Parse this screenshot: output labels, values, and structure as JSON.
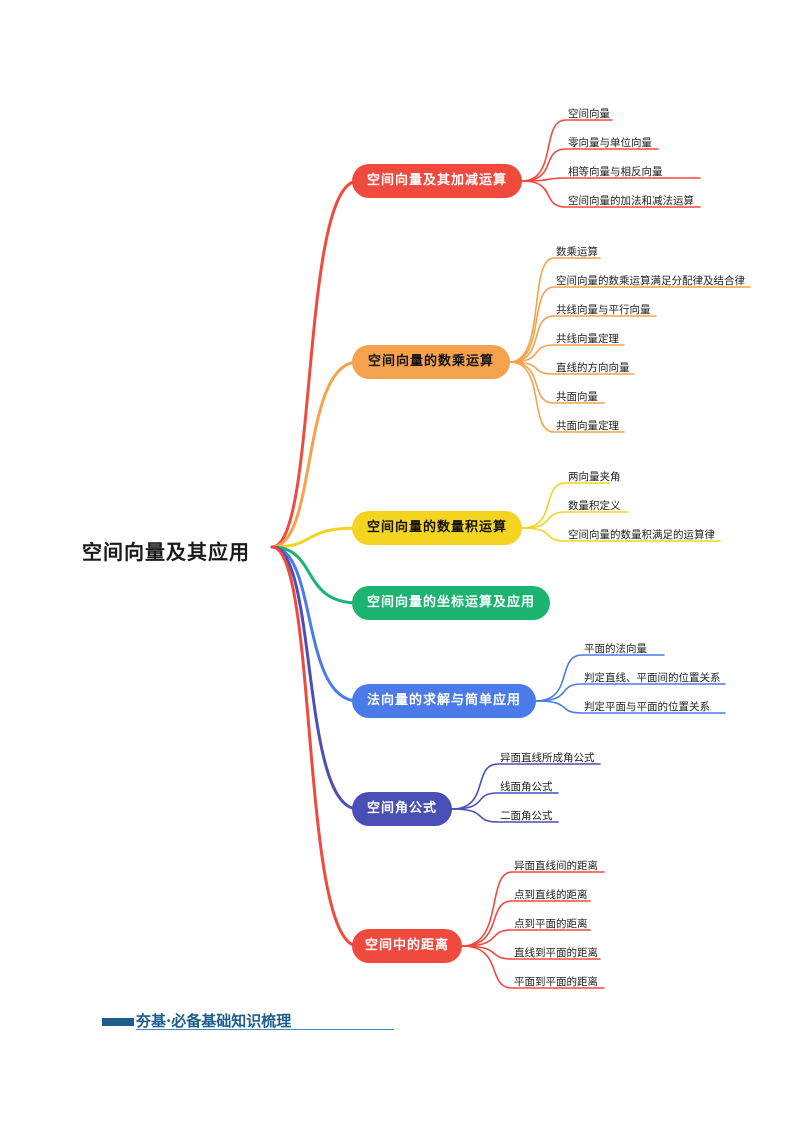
{
  "root": "空间向量及其应用",
  "branches": [
    {
      "label": "空间向量及其加减运算",
      "color": "#f04a3e",
      "leaves": [
        "空间向量",
        "零向量与单位向量",
        "相等向量与相反向量",
        "空间向量的加法和减法运算"
      ]
    },
    {
      "label": "空间向量的数乘运算",
      "color": "#f5a24c",
      "leaves": [
        "数乘运算",
        "空间向量的数乘运算满足分配律及结合律",
        "共线向量与平行向量",
        "共线向量定理",
        "直线的方向向量",
        "共面向量",
        "共面向量定理"
      ]
    },
    {
      "label": "空间向量的数量积运算",
      "color": "#f2d421",
      "leaves": [
        "两向量夹角",
        "数量积定义",
        "空间向量的数量积满足的运算律"
      ]
    },
    {
      "label": "空间向量的坐标运算及应用",
      "color": "#1db371",
      "leaves": []
    },
    {
      "label": "法向量的求解与简单应用",
      "color": "#4a7be8",
      "leaves": [
        "平面的法向量",
        "判定直线、平面间的位置关系",
        "判定平面与平面的位置关系"
      ]
    },
    {
      "label": "空间角公式",
      "color": "#4a4fb5",
      "leaves": [
        "异面直线所成角公式",
        "线面角公式",
        "二面角公式"
      ]
    },
    {
      "label": "空间中的距离",
      "color": "#f04a3e",
      "leaves": [
        "异面直线间的距离",
        "点到直线的距离",
        "点到平面的距离",
        "直线到平面的距离",
        "平面到平面的距离"
      ]
    }
  ],
  "footer": "夯基·必备基础知识梳理"
}
